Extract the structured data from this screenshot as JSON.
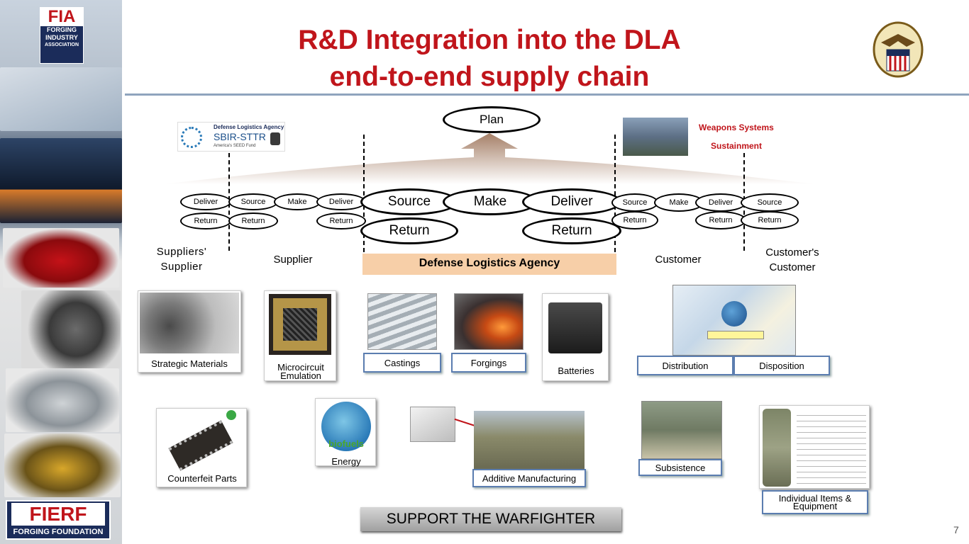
{
  "title_line1": "R&D Integration into the DLA",
  "title_line2": "end-to-end supply chain",
  "logos": {
    "fia_text1": "FORGING",
    "fia_text2": "INDUSTRY",
    "fia_text3": "ASSOCIATION",
    "fierf": "FIERF",
    "forging_foundation": "FORGING FOUNDATION",
    "sbir_agency": "Defense Logistics Agency",
    "sbir_name": "SBIR-STTR",
    "sbir_tagline": "America's SEED Fund"
  },
  "plan": "Plan",
  "weapons_systems": "Weapons Systems",
  "sustainment": "Sustainment",
  "chain": {
    "supp_supplier": {
      "deliver": "Deliver",
      "return": "Return",
      "label": "Suppliers' Supplier"
    },
    "supplier": {
      "source": "Source",
      "make": "Make",
      "deliver": "Deliver",
      "return1": "Return",
      "return2": "Return",
      "label": "Supplier"
    },
    "dla": {
      "source": "Source",
      "make": "Make",
      "deliver": "Deliver",
      "return1": "Return",
      "return2": "Return",
      "label": "Defense Logistics Agency"
    },
    "customer": {
      "source": "Source",
      "make": "Make",
      "deliver": "Deliver",
      "return1": "Return",
      "return2": "Return",
      "label": "Customer"
    },
    "cust_customer": {
      "source": "Source",
      "return": "Return",
      "label": "Customer's Customer"
    }
  },
  "captions": {
    "strategic": "Strategic Materials",
    "microcircuit": "Microcircuit Emulation",
    "castings": "Castings",
    "forgings": "Forgings",
    "batteries": "Batteries",
    "distribution": "Distribution",
    "disposition": "Disposition",
    "counterfeit": "Counterfeit Parts",
    "energy": "Energy",
    "biofuels": "biofuels",
    "additive": "Additive Manufacturing",
    "subsistence": "Subsistence",
    "individual": "Individual Items & Equipment"
  },
  "support": "SUPPORT THE WARFIGHTER",
  "page_number": "7",
  "colors": {
    "title": "#c0151b",
    "dla_band": "#f7cfa8",
    "pill_border": "#5b7db0",
    "ws": "#c0151b"
  }
}
